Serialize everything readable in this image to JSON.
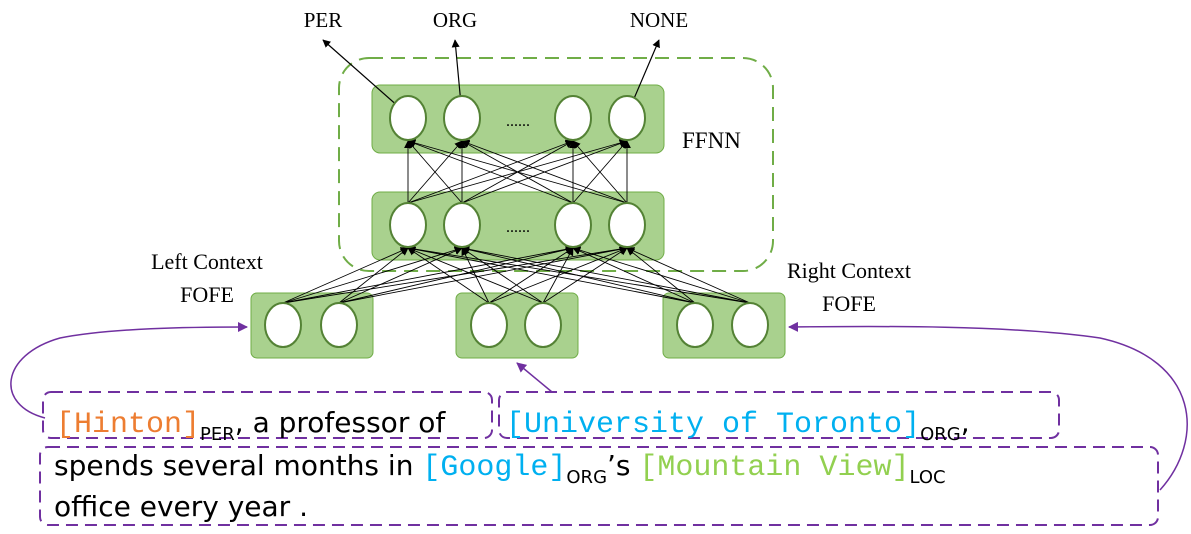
{
  "outputs": {
    "per": "PER",
    "org": "ORG",
    "none": "NONE"
  },
  "network": {
    "ffnn_label": "FFNN",
    "ellipsis_top": "......",
    "ellipsis_mid": "......"
  },
  "context": {
    "left_line1": "Left Context",
    "left_line2": "FOFE",
    "right_line1": "Right Context",
    "right_line2": "FOFE"
  },
  "sentence": {
    "line1": {
      "hinton": "[Hinton]",
      "hinton_tag": "PER",
      "mid": ", a professor of ",
      "uoft": "[University of Toronto]",
      "uoft_tag": "ORG",
      "comma": ","
    },
    "line2": {
      "lead": "spends several months in ",
      "google": "[Google]",
      "google_tag": "ORG",
      "poss": "’s ",
      "mv": "[Mountain View]",
      "mv_tag": "LOC"
    },
    "line3": "office every year ."
  },
  "colors": {
    "box_fill": "#a9d18e",
    "box_stroke": "#70ad47",
    "neuron_fill": "#ffffff",
    "neuron_stroke": "#548235",
    "ffnn_dash": "#70ad47",
    "purple": "#7030a0",
    "per_orange": "#ed7d31",
    "org_blue": "#00b0f0",
    "loc_green": "#92d050",
    "text": "#000000"
  }
}
